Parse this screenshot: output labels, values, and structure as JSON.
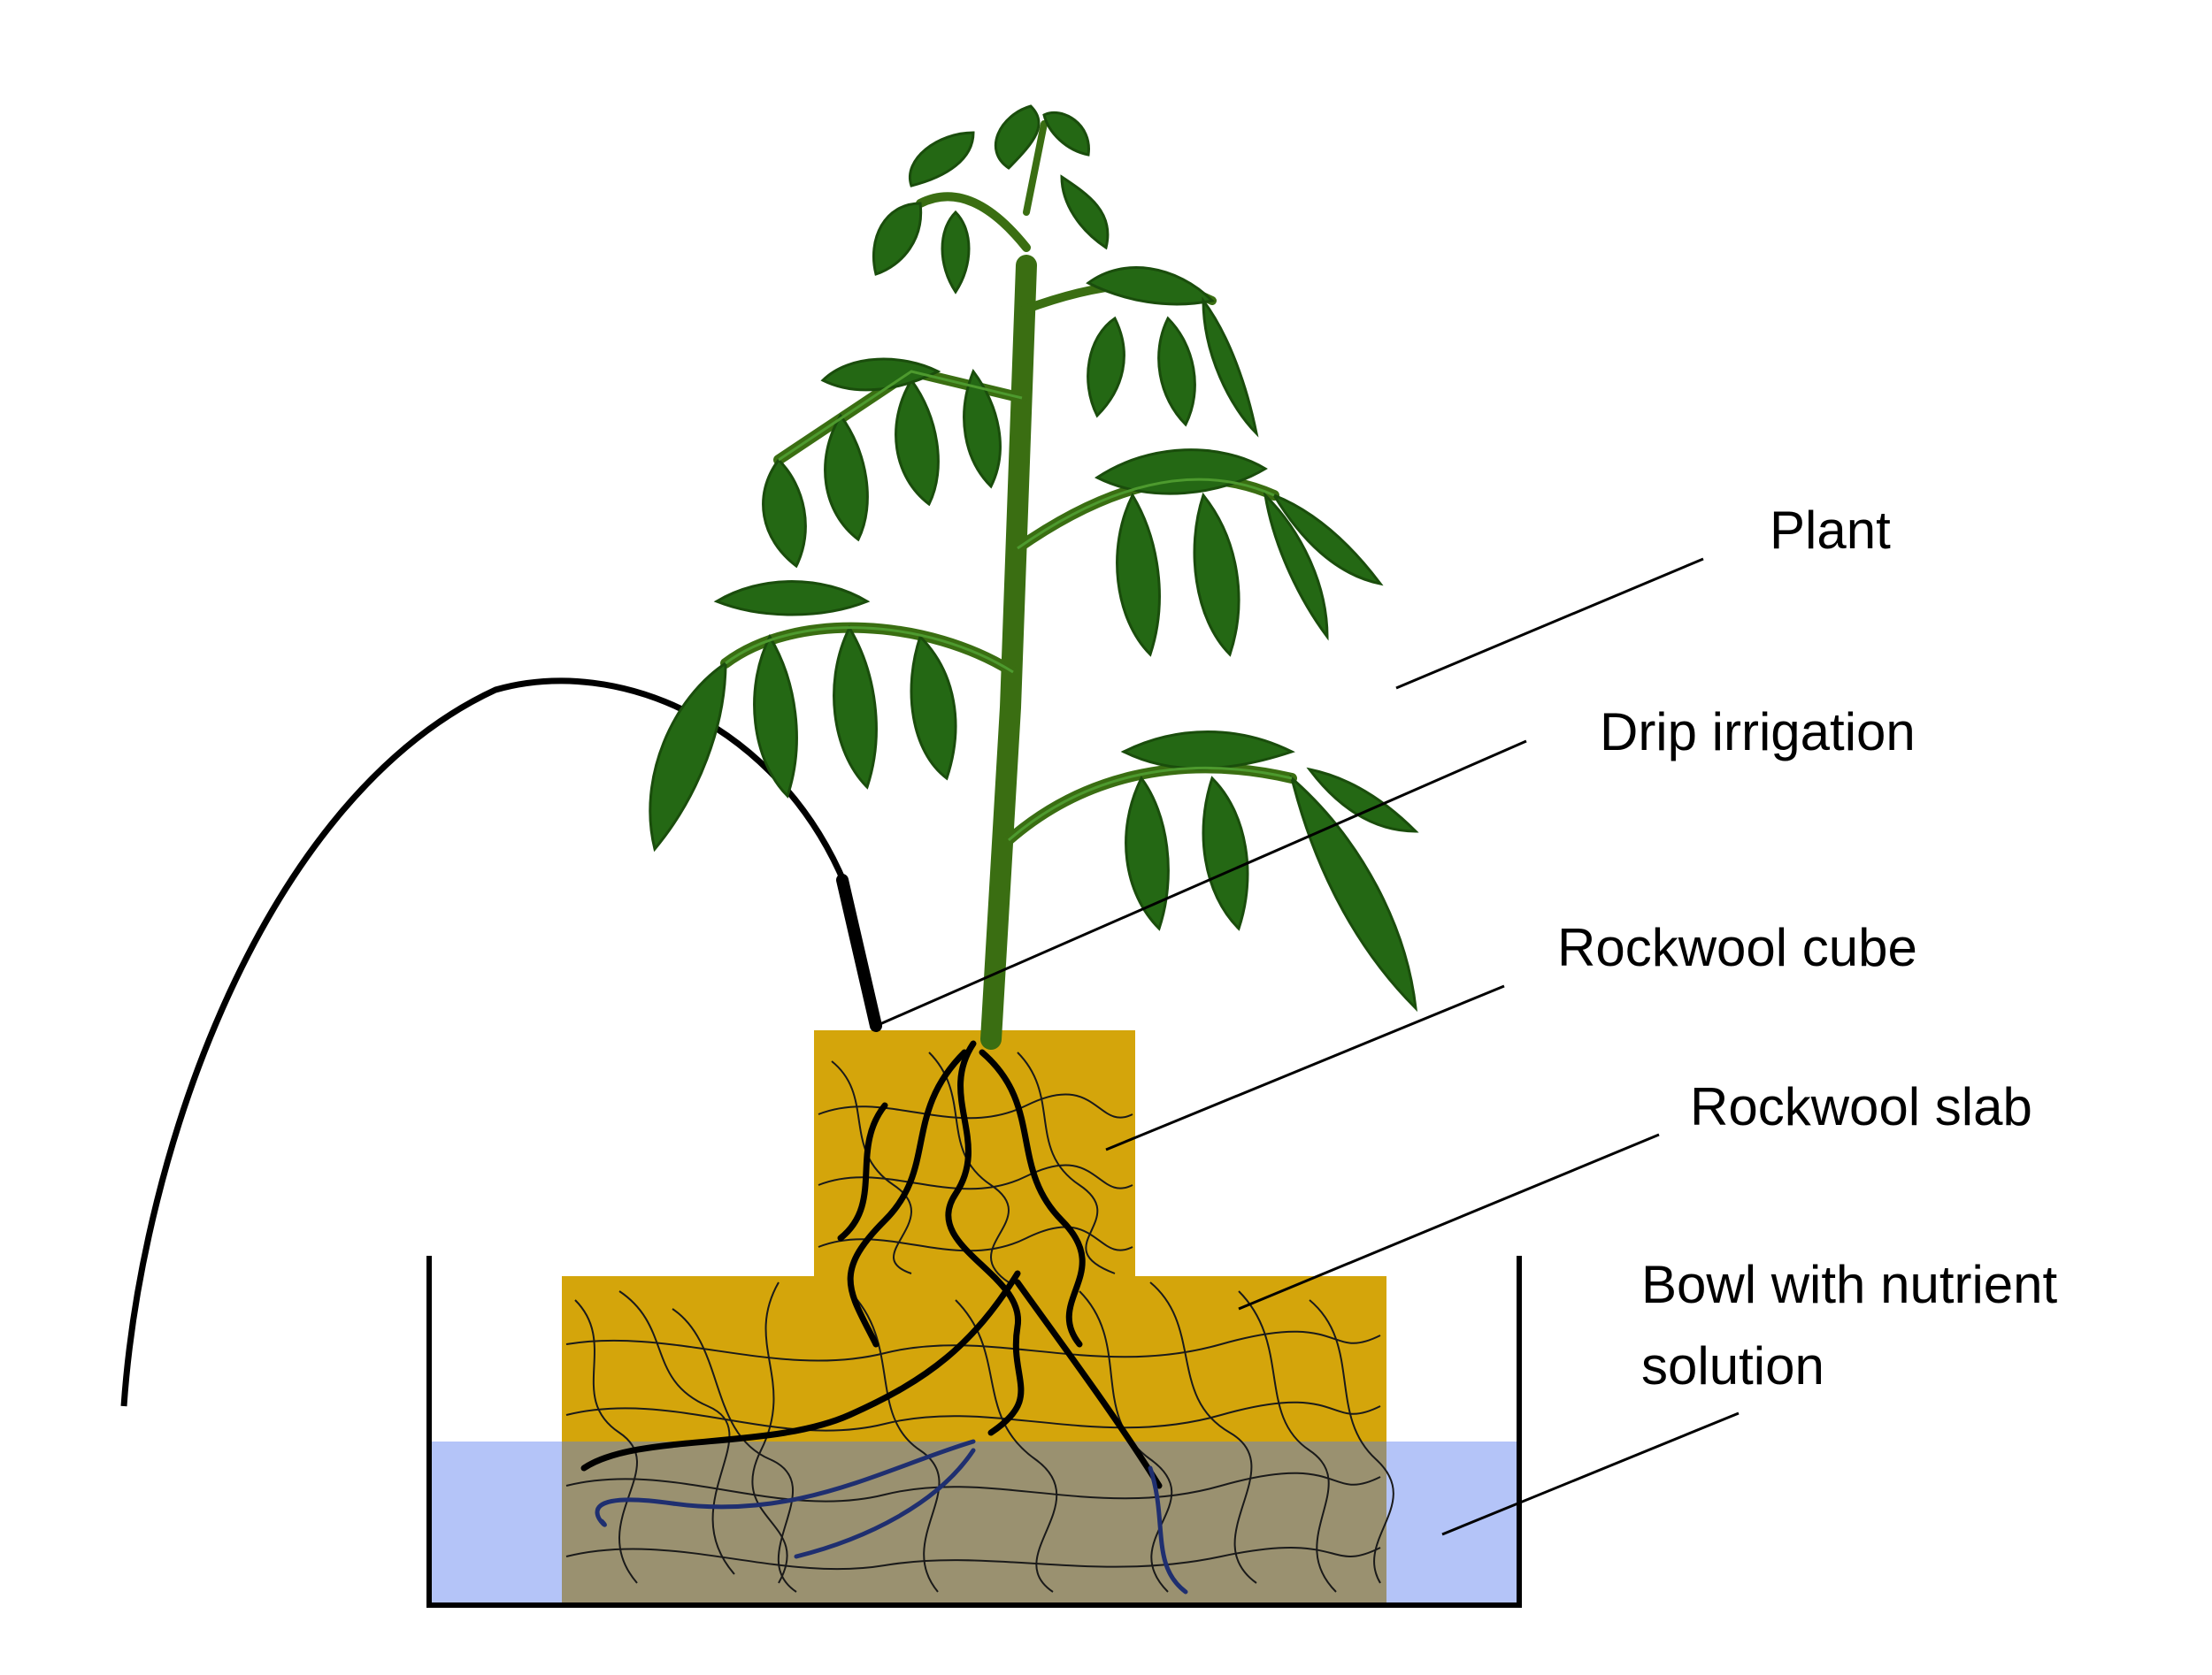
{
  "labels": {
    "plant": "Plant",
    "drip_irrigation": "Drip irrigation",
    "rockwool_cube": "Rockwool cube",
    "rockwool_slab": "Rockwool slab",
    "bowl_line1": "Bowl with nutrient",
    "bowl_line2": "solution"
  },
  "colors": {
    "leaf": "#246814",
    "stem": "#3a6e12",
    "rockwool": "#d4a50b",
    "solution": "#b4c4f8",
    "submerged_slab": "#9a9170",
    "bowl": "#000000"
  }
}
